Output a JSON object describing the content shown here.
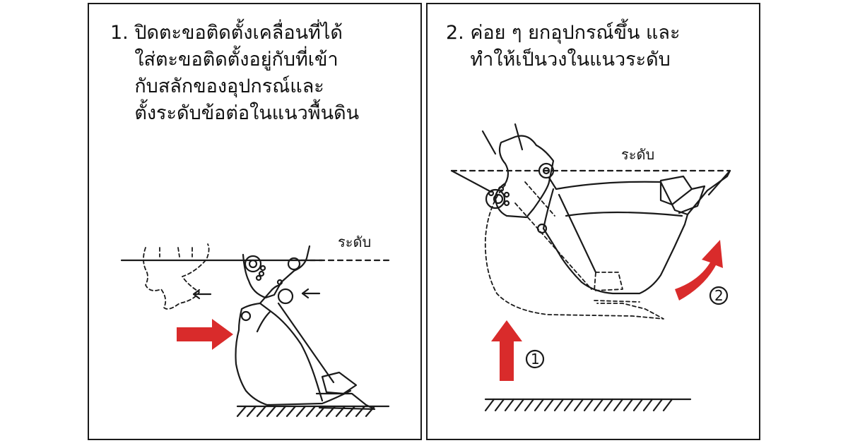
{
  "colors": {
    "arrow": "#d92b2b",
    "line": "#1a1a1a",
    "background": "#ffffff"
  },
  "step1": {
    "text": "1. ปิดตะขอติดตั้งเคลื่อนที่ได้\n    ใส่ตะขอติดตั้งอยู่กับที่เข้า\n    กับสลักของอุปกรณ์และ\n    ตั้งระดับข้อต่อในแนวพื้นดิน",
    "level_label": "ระดับ",
    "icons": [
      "hook-closed-icon",
      "bucket-icon",
      "push-arrow-icon",
      "ground-hatch-icon"
    ]
  },
  "step2": {
    "text": "2. ค่อย ๆ ยกอุปกรณ์ขึ้น และ\n    ทำให้เป็นวงในแนวระดับ",
    "level_label": "ระดับ",
    "marker_1": "①",
    "marker_2": "②",
    "icons": [
      "lift-arrow-icon",
      "curl-arrow-icon",
      "bucket-icon",
      "ground-hatch-icon"
    ]
  }
}
